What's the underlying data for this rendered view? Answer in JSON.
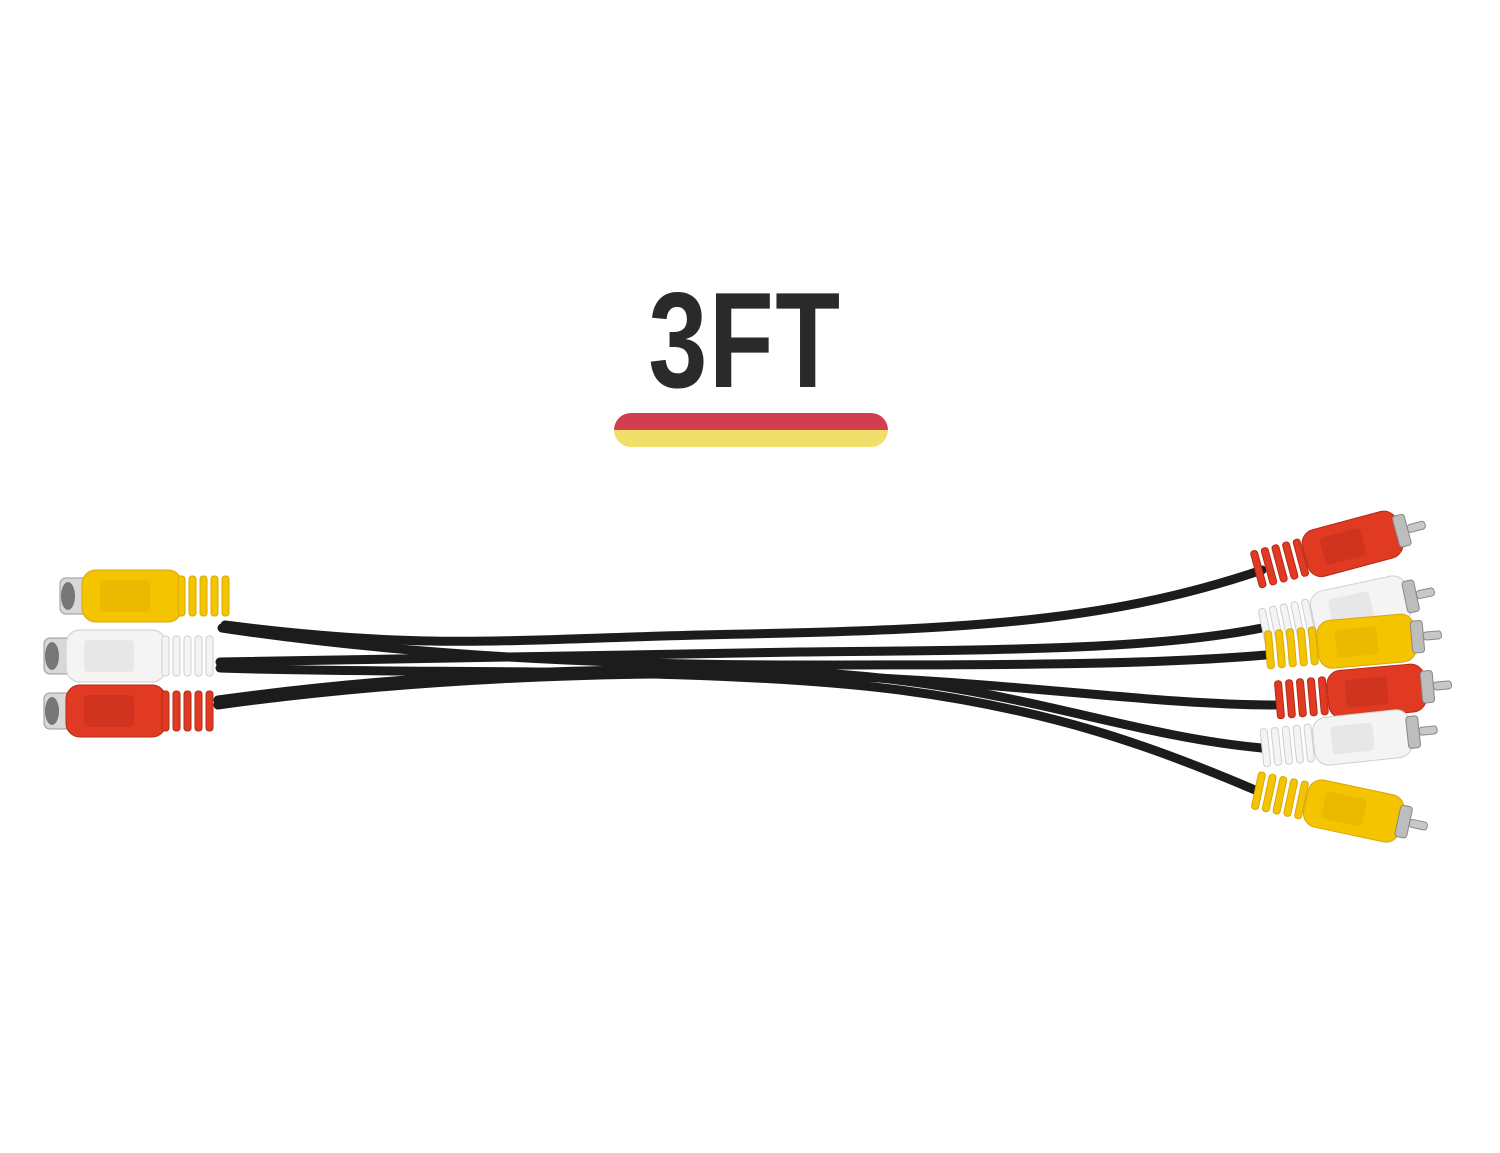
{
  "title": "3FT",
  "colors": {
    "text": "#2a2a2a",
    "bar_top": "#d33e4e",
    "bar_bottom": "#f0df6a",
    "red_plug": "#e03a22",
    "white_plug": "#f4f4f4",
    "yellow_plug": "#f5c400",
    "cable": "#1c1c1c"
  },
  "left_jacks": [
    "yellow",
    "white",
    "red"
  ],
  "right_plugs": [
    "red",
    "white",
    "yellow",
    "red",
    "white",
    "yellow"
  ]
}
